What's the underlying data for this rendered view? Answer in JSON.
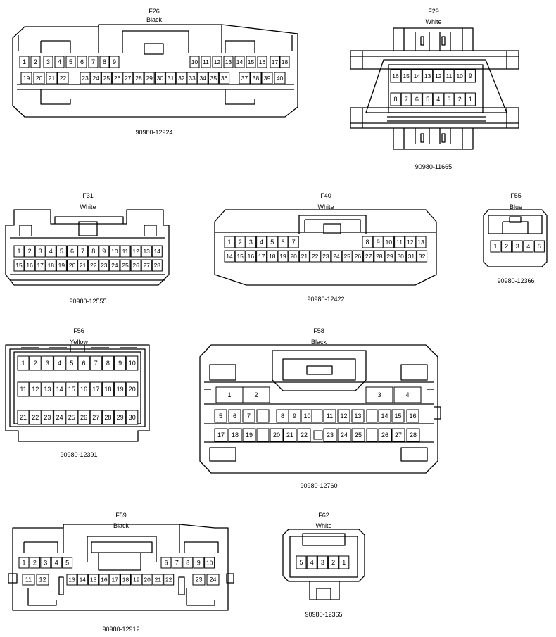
{
  "connectors": [
    {
      "id": "F26",
      "color": "Black",
      "part": "90980-12924",
      "row1": [
        "1",
        "2",
        "3",
        "4",
        "5",
        "6",
        "7",
        "8",
        "9",
        "10",
        "11",
        "12",
        "13",
        "14",
        "15",
        "16",
        "17",
        "18"
      ],
      "row2": [
        "19",
        "20",
        "21",
        "22",
        "23",
        "24",
        "25",
        "26",
        "27",
        "28",
        "29",
        "30",
        "31",
        "32",
        "33",
        "34",
        "35",
        "36",
        "37",
        "38",
        "39",
        "40"
      ]
    },
    {
      "id": "F29",
      "color": "White",
      "part": "90980-11665",
      "row1": [
        "16",
        "15",
        "14",
        "13",
        "12",
        "11",
        "10",
        "9"
      ],
      "row2": [
        "8",
        "7",
        "6",
        "5",
        "4",
        "3",
        "2",
        "1"
      ]
    },
    {
      "id": "F31",
      "color": "White",
      "part": "90980-12555",
      "row1": [
        "1",
        "2",
        "3",
        "4",
        "5",
        "6",
        "7",
        "8",
        "9",
        "10",
        "11",
        "12",
        "13",
        "14"
      ],
      "row2": [
        "15",
        "16",
        "17",
        "18",
        "19",
        "20",
        "21",
        "22",
        "23",
        "24",
        "25",
        "26",
        "27",
        "28"
      ]
    },
    {
      "id": "F40",
      "color": "White",
      "part": "90980-12422",
      "row1": [
        "1",
        "2",
        "3",
        "4",
        "5",
        "6",
        "7",
        "8",
        "9",
        "10",
        "11",
        "12",
        "13"
      ],
      "row2": [
        "14",
        "15",
        "16",
        "17",
        "18",
        "19",
        "20",
        "21",
        "22",
        "23",
        "24",
        "25",
        "26",
        "27",
        "28",
        "29",
        "30",
        "31",
        "32"
      ]
    },
    {
      "id": "F55",
      "color": "Blue",
      "part": "90980-12366",
      "row1": [
        "1",
        "2",
        "3",
        "4",
        "5"
      ]
    },
    {
      "id": "F56",
      "color": "Yellow",
      "part": "90980-12391",
      "row1": [
        "1",
        "2",
        "3",
        "4",
        "5",
        "6",
        "7",
        "8",
        "9",
        "10"
      ],
      "row2": [
        "11",
        "12",
        "13",
        "14",
        "15",
        "16",
        "17",
        "18",
        "19",
        "20"
      ],
      "row3": [
        "21",
        "22",
        "23",
        "24",
        "25",
        "26",
        "27",
        "28",
        "29",
        "30"
      ]
    },
    {
      "id": "F58",
      "color": "Black",
      "part": "90980-12760",
      "row0": [
        "1",
        "2",
        "3",
        "4"
      ],
      "row1": [
        "5",
        "6",
        "7",
        "8",
        "9",
        "10",
        "11",
        "12",
        "13",
        "14",
        "15",
        "16"
      ],
      "row2": [
        "17",
        "18",
        "19",
        "20",
        "21",
        "22",
        "23",
        "24",
        "25",
        "26",
        "27",
        "28"
      ]
    },
    {
      "id": "F59",
      "color": "Black",
      "part": "90980-12912",
      "row1": [
        "1",
        "2",
        "3",
        "4",
        "5",
        "6",
        "7",
        "8",
        "9",
        "10"
      ],
      "row2": [
        "11",
        "12",
        "13",
        "14",
        "15",
        "16",
        "17",
        "18",
        "19",
        "20",
        "21",
        "22",
        "23",
        "24"
      ]
    },
    {
      "id": "F62",
      "color": "White",
      "part": "90980-12365",
      "row1": [
        "5",
        "4",
        "3",
        "2",
        "1"
      ]
    }
  ]
}
